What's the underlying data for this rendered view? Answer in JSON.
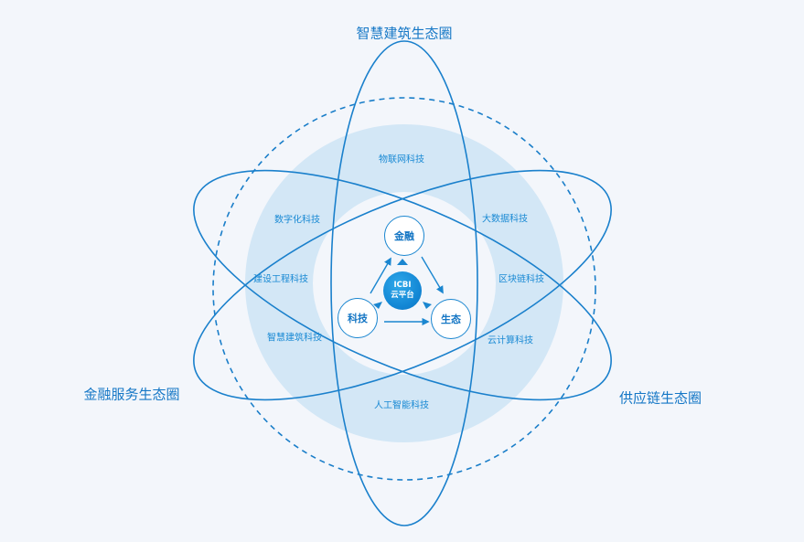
{
  "ecosystems": {
    "top": "智慧建筑生态圈",
    "left": "金融服务生态圈",
    "right": "供应链生态圈"
  },
  "technologies": [
    "物联网科技",
    "大数据科技",
    "区块链科技",
    "云计算科技",
    "人工智能科技",
    "智慧建筑科技",
    "建设工程科技",
    "数字化科技"
  ],
  "core": {
    "line1": "ICBI",
    "line2": "云平台"
  },
  "nodes": {
    "finance": "金融",
    "ecology": "生态",
    "technology": "科技"
  },
  "colors": {
    "line": "#1380cc",
    "ring": "#d3e7f6",
    "ring_inner": "#ffffff",
    "hub": "#1286d4",
    "background": "#f3f6fb"
  }
}
